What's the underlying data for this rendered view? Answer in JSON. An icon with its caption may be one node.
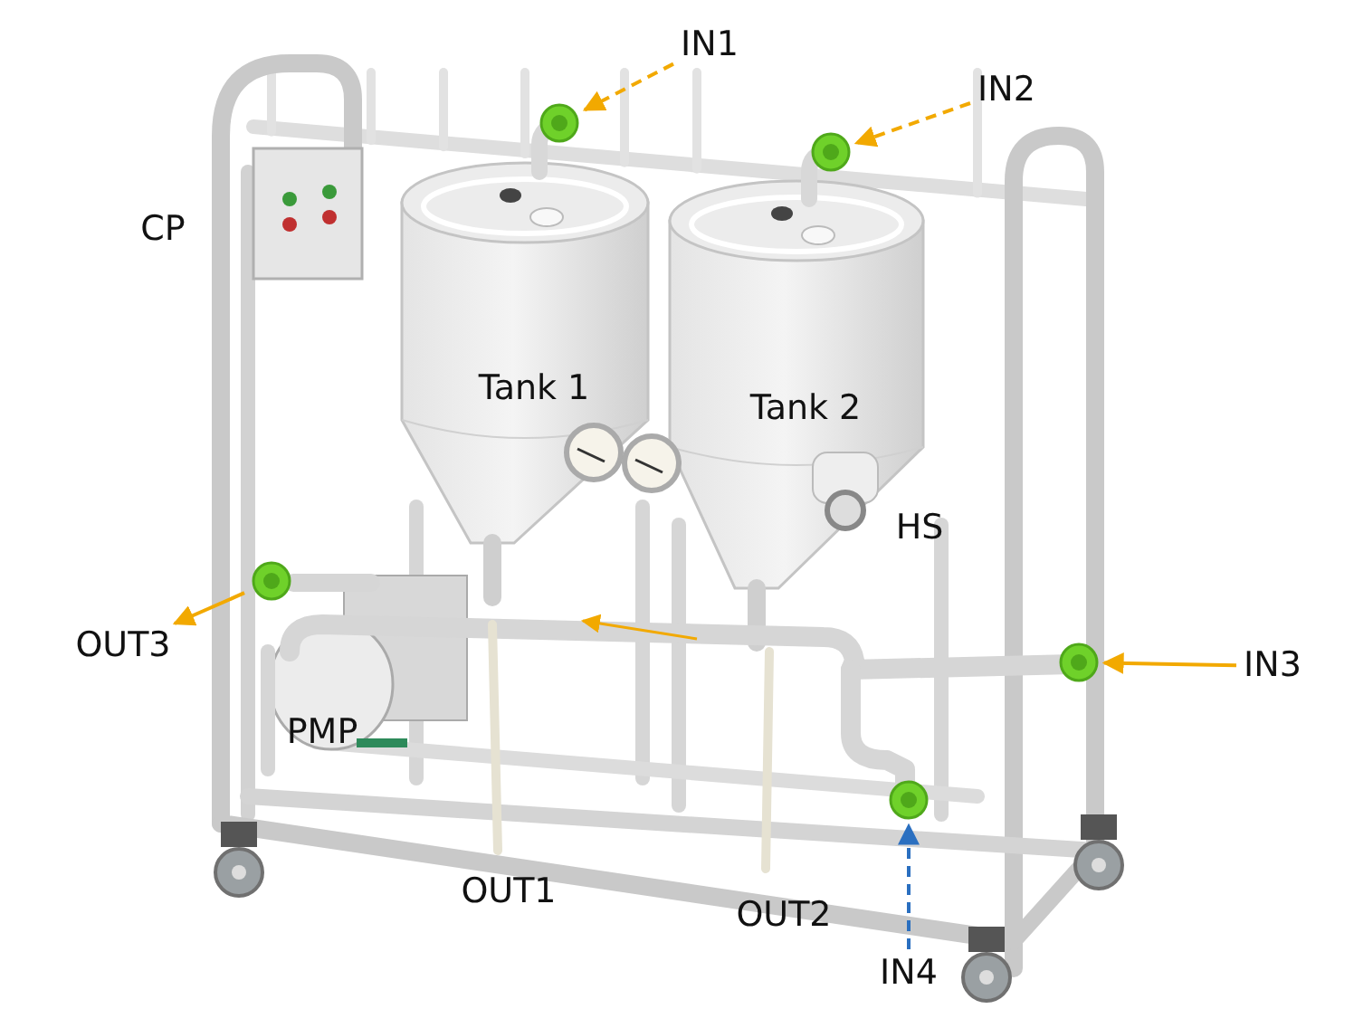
{
  "diagram": {
    "nodes": [
      {
        "text": [
          "IN1"
        ]
      },
      {
        "text": [],
        "shape": "picture"
      },
      {
        "text": [
          "IN2"
        ]
      },
      {
        "text": [],
        "shape": "picture"
      },
      {
        "text": [
          "OUT3"
        ]
      },
      {
        "text": [],
        "shape": "picture"
      },
      {
        "text": [
          "IN3"
        ]
      },
      {
        "text": [],
        "shape": "picture"
      },
      {
        "text": [
          "IN4"
        ]
      },
      {
        "text": [],
        "shape": "picture"
      }
    ],
    "edges": [
      {
        "from": 0,
        "to": 1,
        "arrow": "to",
        "style": "dashed"
      },
      {
        "from": 2,
        "to": 3,
        "arrow": "to",
        "style": "dashed"
      },
      {
        "from": 5,
        "to": 4,
        "arrow": "to"
      },
      {
        "from": 6,
        "to": 7,
        "arrow": "to"
      },
      {
        "from": 8,
        "to": 9,
        "arrow": "to",
        "style": "dashed",
        "color": "#2a6fc0"
      }
    ],
    "labels": [
      "CP",
      "Tank 1",
      "Tank 2",
      "HS",
      "PMP",
      "OUT1",
      "OUT2"
    ]
  }
}
